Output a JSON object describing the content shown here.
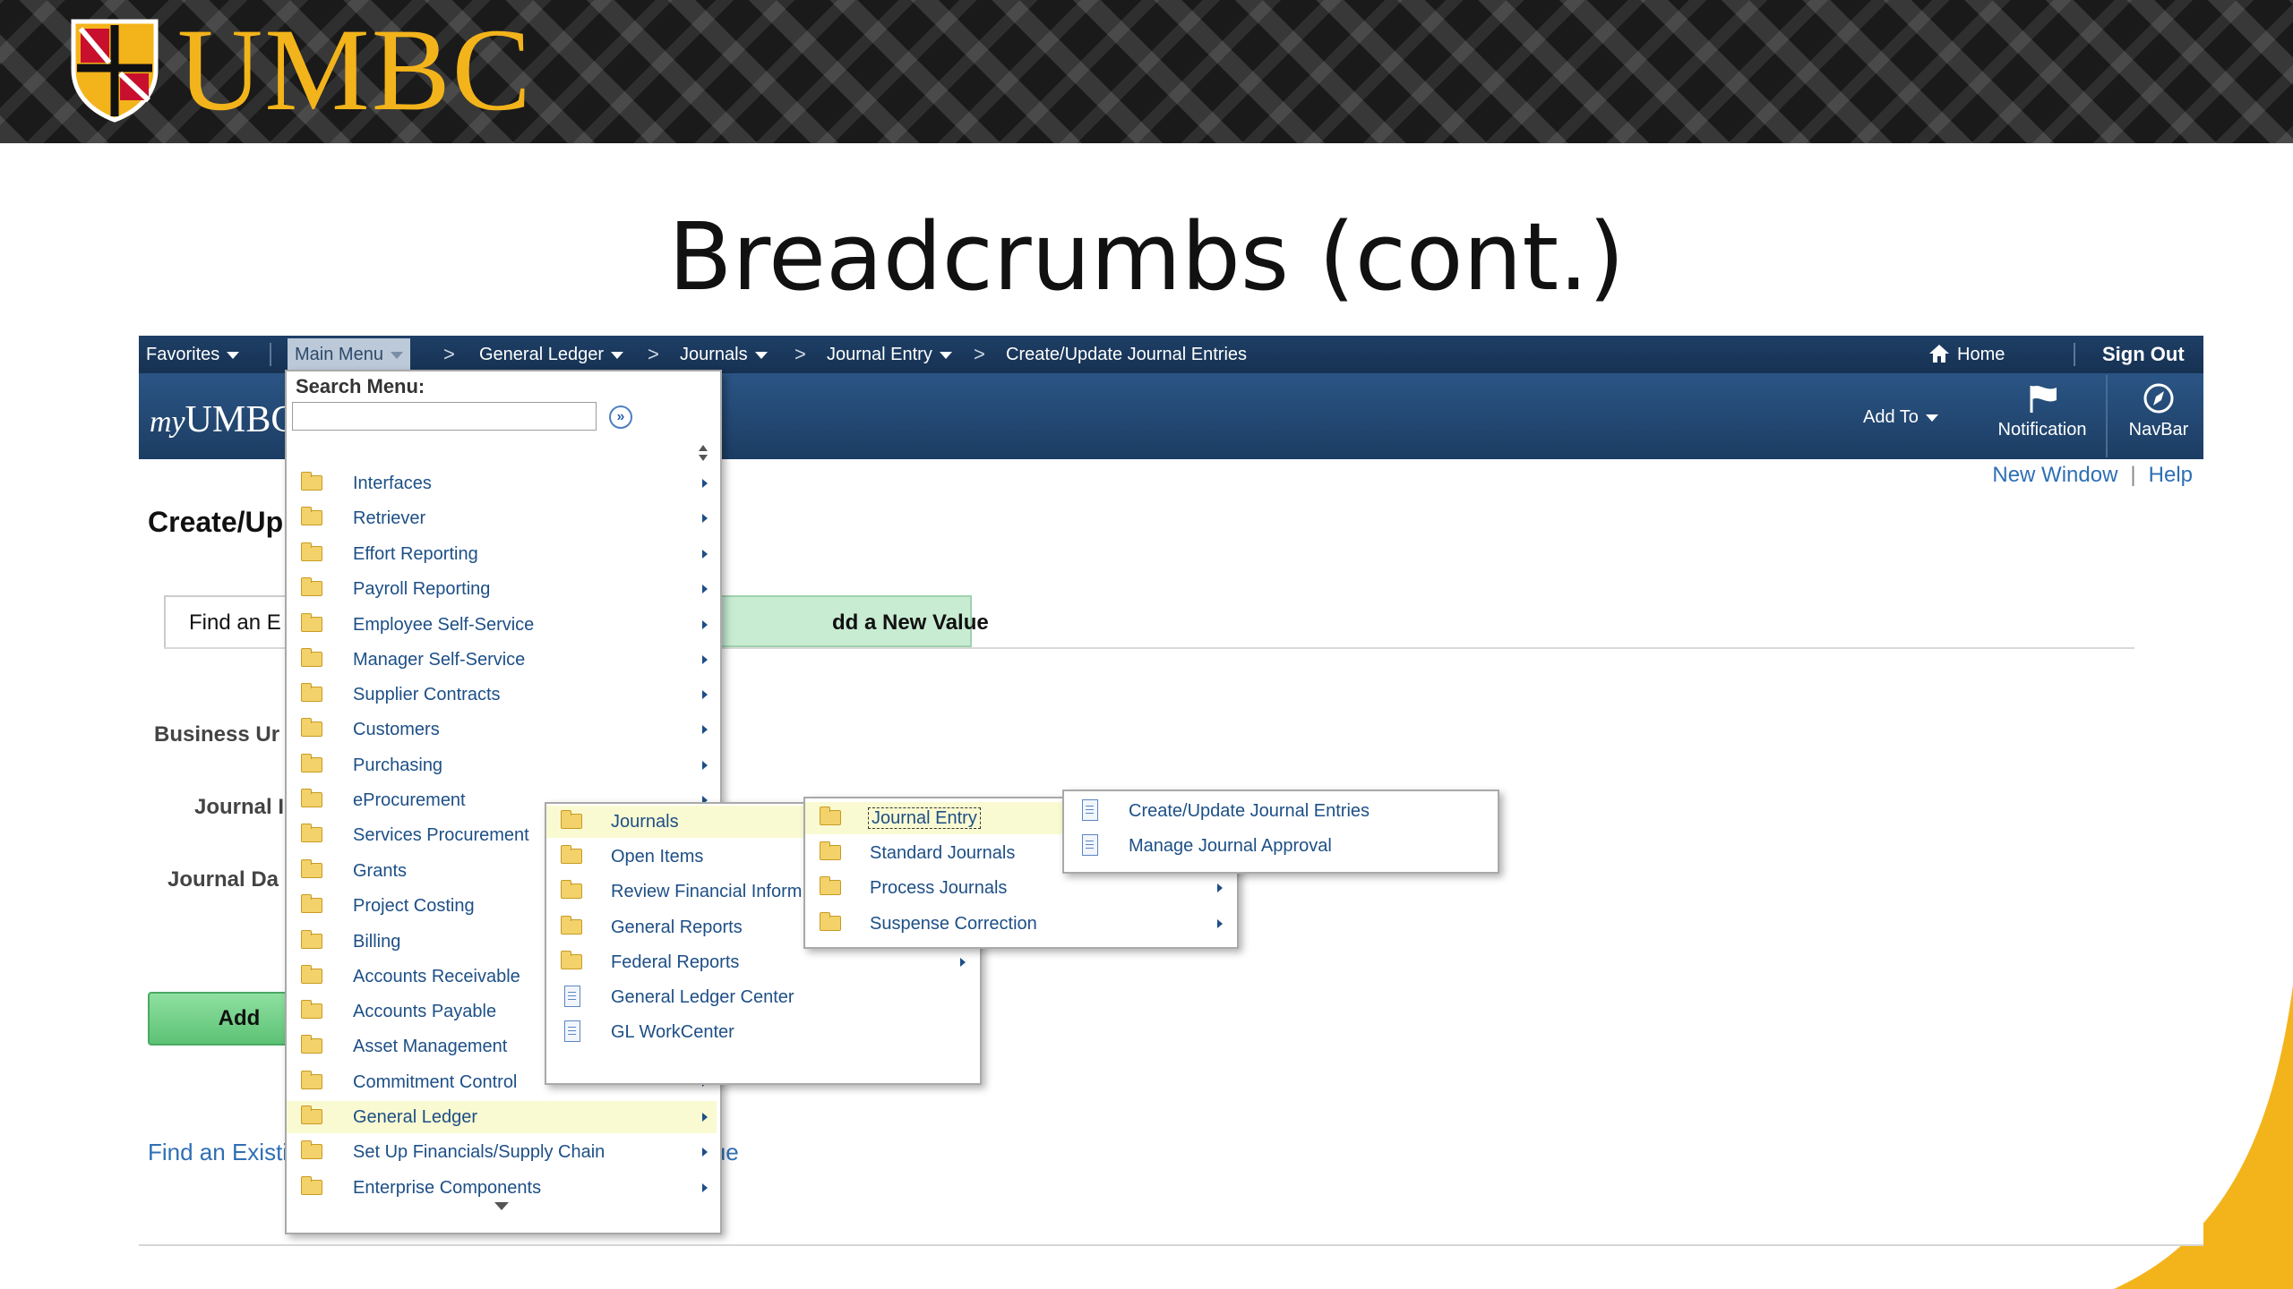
{
  "slide": {
    "logo_text": "UMBC",
    "title": "Breadcrumbs (cont.)"
  },
  "colors": {
    "umbc_gold": "#f3b41b",
    "nav_blue": "#1e3f66",
    "link_blue": "#1d4f86",
    "add_green": "#5cc275",
    "highlight": "#fafad2"
  },
  "navbar": {
    "favorites": "Favorites",
    "main_menu": "Main Menu",
    "separator": ">",
    "crumbs": [
      "General Ledger",
      "Journals",
      "Journal Entry",
      "Create/Update Journal Entries"
    ],
    "home": "Home",
    "home_icon": "home-icon",
    "sign_out": "Sign Out"
  },
  "header": {
    "brand_prefix": "my",
    "brand": "UMBC",
    "add_to": "Add To",
    "notification": "Notification",
    "notification_icon": "flag-icon",
    "navbar": "NavBar",
    "navbar_icon": "compass-icon"
  },
  "links": {
    "new_window": "New Window",
    "divider": "|",
    "help": "Help"
  },
  "page": {
    "heading_partial": "Create/Up",
    "tab_find": "Find an E",
    "tab_add": "dd a New Value",
    "label_business_unit": "Business Ur",
    "label_journal_id": "Journal I",
    "label_journal_date": "Journal Da",
    "add_button": "Add",
    "find_link_partial": "Find an Existi",
    "add_link_partial": "lue"
  },
  "main_menu": {
    "search_label": "Search Menu:",
    "search_value": "",
    "items": [
      "Interfaces",
      "Retriever",
      "Effort Reporting",
      "Payroll Reporting",
      "Employee Self-Service",
      "Manager Self-Service",
      "Supplier Contracts",
      "Customers",
      "Purchasing",
      "eProcurement",
      "Services Procurement",
      "Grants",
      "Project Costing",
      "Billing",
      "Accounts Receivable",
      "Accounts Payable",
      "Asset Management",
      "Commitment Control",
      "General Ledger",
      "Set Up Financials/Supply Chain",
      "Enterprise Components"
    ],
    "selected": "General Ledger"
  },
  "gl_menu": {
    "items": [
      "Journals",
      "Open Items",
      "Review Financial Inform",
      "General Reports",
      "Federal Reports",
      "General Ledger Center",
      "GL WorkCenter"
    ],
    "selected": "Journals"
  },
  "journals_menu": {
    "items": [
      "Journal Entry",
      "Standard Journals",
      "Process Journals",
      "Suspense Correction"
    ],
    "selected": "Journal Entry"
  },
  "journal_entry_menu": {
    "items": [
      "Create/Update Journal Entries",
      "Manage Journal Approval"
    ]
  }
}
